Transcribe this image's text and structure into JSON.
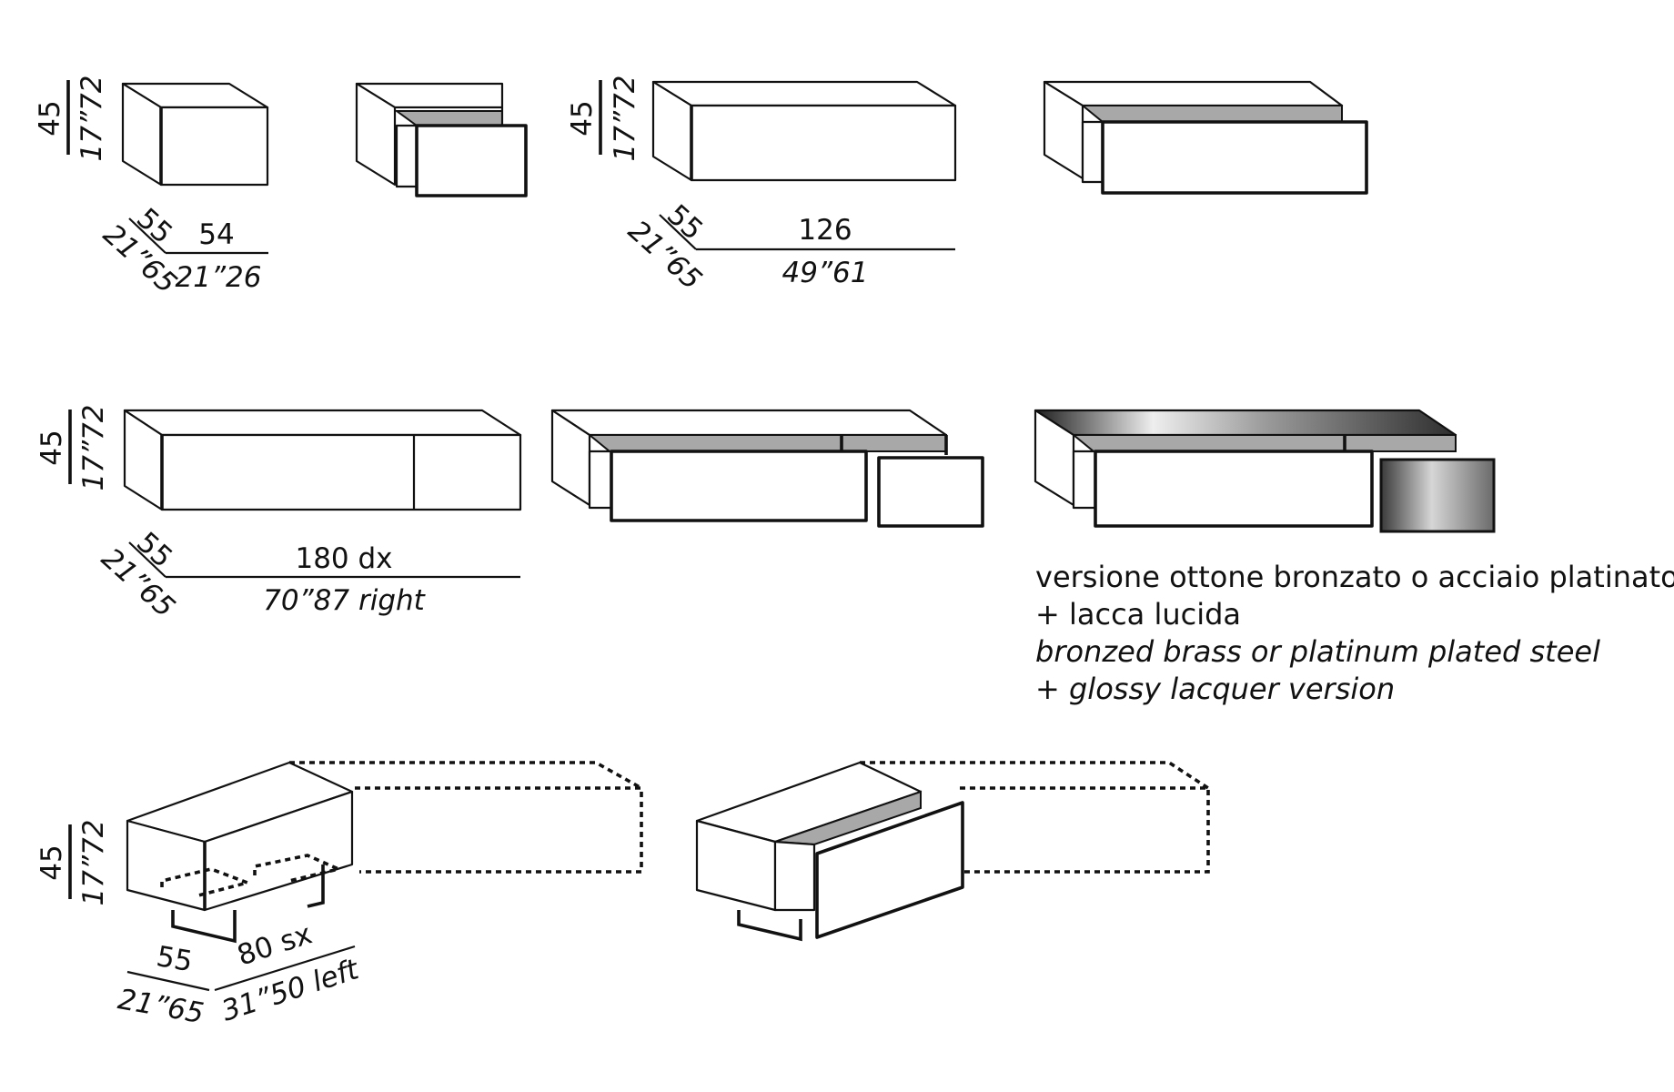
{
  "dimensions": {
    "height_cm": "45",
    "height_in": "17”72",
    "depth_cm": "55",
    "depth_in": "21”65",
    "module_54": {
      "width_cm": "54",
      "width_in": "21”26"
    },
    "module_126": {
      "width_cm": "126",
      "width_in": "49”61"
    },
    "module_180": {
      "width_cm": "180 dx",
      "width_in": "70”87 right"
    },
    "module_80": {
      "width_cm": "80 sx",
      "width_in": "31”50 left"
    }
  },
  "finish_note": {
    "line1": "versione ottone bronzato o acciaio platinato",
    "line2": "+ lacca lucida",
    "line3": "bronzed brass or platinum plated steel",
    "line4": "+ glossy lacquer version"
  },
  "colors": {
    "line": "#111111",
    "interior_grey": "#a8a8a8",
    "metal_dark": "#2a2a2a",
    "metal_light": "#e6e6e6"
  }
}
